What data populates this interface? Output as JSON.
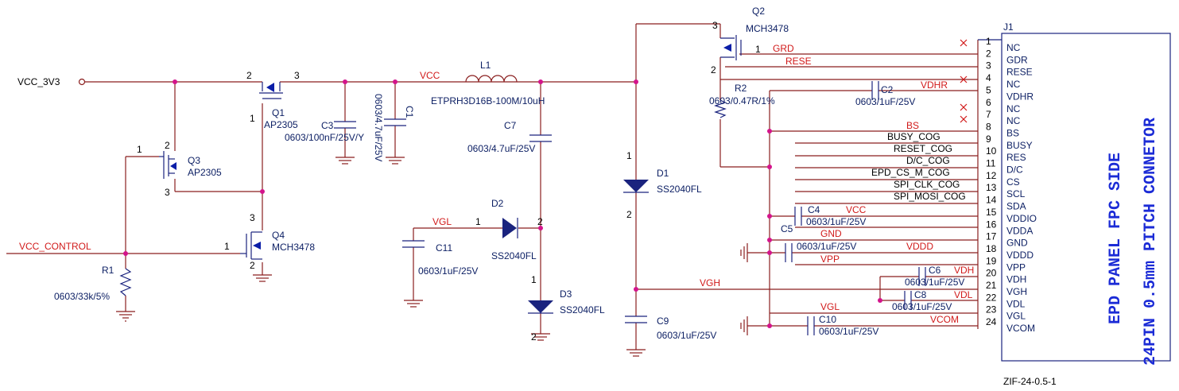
{
  "nets": {
    "vcc_3v3": "VCC_3V3",
    "vcc": "VCC",
    "vcc_control": "VCC_CONTROL",
    "vgl": "VGL",
    "vgh": "VGH",
    "grd": "GRD",
    "rese": "RESE",
    "vdhr": "VDHR",
    "bs": "BS",
    "vcc2": "VCC",
    "gnd": "GND",
    "vddd": "VDDD",
    "vpp": "VPP",
    "vdh": "VDH",
    "vdl": "VDL",
    "vgl2": "VGL",
    "vcom": "VCOM"
  },
  "components": {
    "q1": {
      "ref": "Q1",
      "value": "AP2305",
      "pin_a": "2",
      "pin_b": "3",
      "pin_c": "1"
    },
    "q2": {
      "ref": "Q2",
      "value": "MCH3478",
      "pin_a": "3",
      "pin_b": "1",
      "pin_c": "2"
    },
    "q3": {
      "ref": "Q3",
      "value": "AP2305",
      "pin_a": "1",
      "pin_b": "2",
      "pin_c": "3"
    },
    "q4": {
      "ref": "Q4",
      "value": "MCH3478",
      "pin_a": "3",
      "pin_b": "1",
      "pin_c": "2"
    },
    "l1": {
      "ref": "L1",
      "value": "ETPRH3D16B-100M/10uH"
    },
    "c1": {
      "ref": "C1",
      "value": "0603/4.7uF/25V"
    },
    "c2": {
      "ref": "C2",
      "value": "0603/1uF/25V"
    },
    "c3": {
      "ref": "C3",
      "value": "0603/100nF/25V/Y"
    },
    "c4": {
      "ref": "C4",
      "value": "0603/1uF/25V"
    },
    "c5": {
      "ref": "C5",
      "value": "0603/1uF/25V"
    },
    "c6": {
      "ref": "C6",
      "value": "0603/1uF/25V"
    },
    "c7": {
      "ref": "C7",
      "value": "0603/4.7uF/25V"
    },
    "c8": {
      "ref": "C8",
      "value": "0603/1uF/25V"
    },
    "c9": {
      "ref": "C9",
      "value": "0603/1uF/25V"
    },
    "c10": {
      "ref": "C10",
      "value": "0603/1uF/25V"
    },
    "c11": {
      "ref": "C11",
      "value": "0603/1uF/25V"
    },
    "d1": {
      "ref": "D1",
      "value": "SS2040FL",
      "pin_a": "1",
      "pin_b": "2"
    },
    "d2": {
      "ref": "D2",
      "value": "SS2040FL",
      "pin_a": "1",
      "pin_b": "2"
    },
    "d3": {
      "ref": "D3",
      "value": "SS2040FL",
      "pin_a": "1",
      "pin_b": "2"
    },
    "r1": {
      "ref": "R1",
      "value": "0603/33k/5%"
    },
    "r2": {
      "ref": "R2",
      "value": "0603/0.47R/1%"
    }
  },
  "connector": {
    "ref": "J1",
    "part": "ZIF-24-0.5-1",
    "title_line1": "EPD PANEL FPC SIDE",
    "title_line2": "24PIN 0.5mm PITCH CONNETOR",
    "pins": [
      {
        "num": "1",
        "name": "NC"
      },
      {
        "num": "2",
        "name": "GDR"
      },
      {
        "num": "3",
        "name": "RESE"
      },
      {
        "num": "4",
        "name": "NC"
      },
      {
        "num": "5",
        "name": "VDHR"
      },
      {
        "num": "6",
        "name": "NC"
      },
      {
        "num": "7",
        "name": "NC"
      },
      {
        "num": "8",
        "name": "BS"
      },
      {
        "num": "9",
        "name": "BUSY"
      },
      {
        "num": "10",
        "name": "RES"
      },
      {
        "num": "11",
        "name": "D/C"
      },
      {
        "num": "12",
        "name": "CS"
      },
      {
        "num": "13",
        "name": "SCL"
      },
      {
        "num": "14",
        "name": "SDA"
      },
      {
        "num": "15",
        "name": "VDDIO"
      },
      {
        "num": "16",
        "name": "VDDA"
      },
      {
        "num": "17",
        "name": "GND"
      },
      {
        "num": "18",
        "name": "VDDD"
      },
      {
        "num": "19",
        "name": "VPP"
      },
      {
        "num": "20",
        "name": "VDH"
      },
      {
        "num": "21",
        "name": "VGH"
      },
      {
        "num": "22",
        "name": "VDL"
      },
      {
        "num": "23",
        "name": "VGL"
      },
      {
        "num": "24",
        "name": "VCOM"
      }
    ]
  },
  "signals": {
    "busy": "BUSY_COG",
    "reset": "RESET_COG",
    "dc": "D/C_COG",
    "cs": "EPD_CS_M_COG",
    "clk": "SPI_CLK_COG",
    "mosi": "SPI_MOSI_COG"
  }
}
